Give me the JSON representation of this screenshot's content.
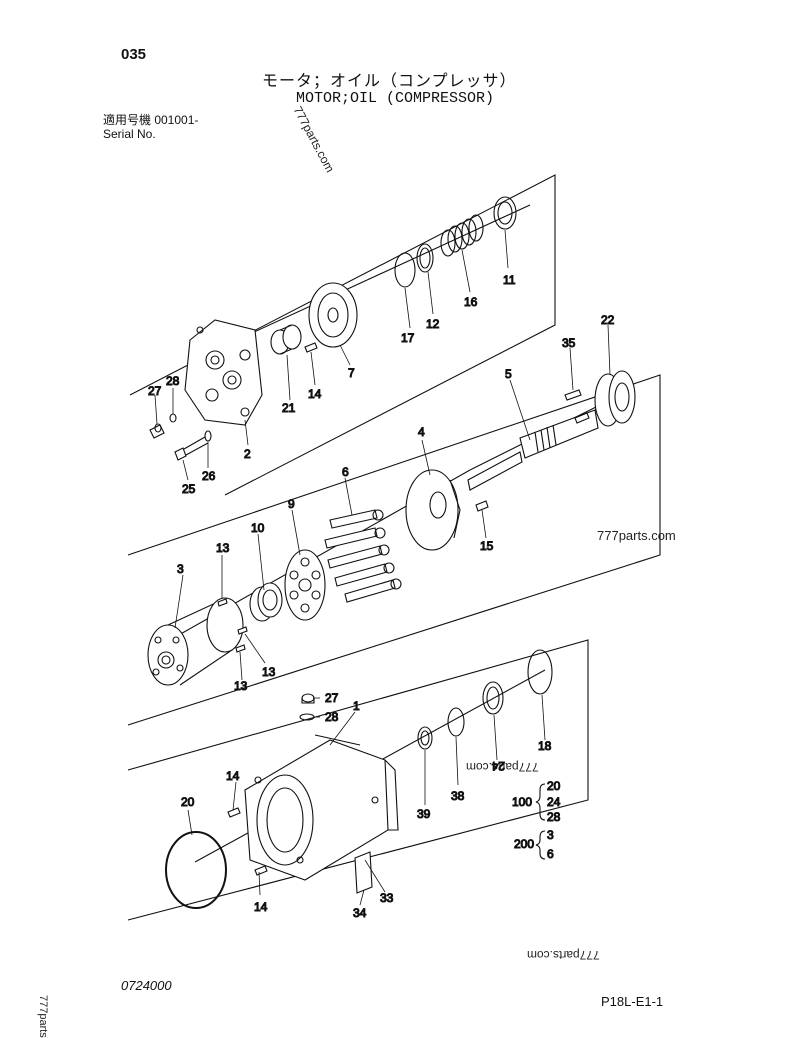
{
  "header": {
    "page_no": "035",
    "title_jp": "モータ；オイル（コンプレッサ）",
    "title_en": "MOTOR;OIL (COMPRESSOR)",
    "serial_line1": "適用号機  001001-",
    "serial_line2": "Serial No."
  },
  "footer": {
    "left_code": "0724000",
    "right_code": "P18L-E1-1"
  },
  "watermarks": [
    "777parts.com",
    "777parts.com",
    "777parts.com",
    "777parts.com",
    "777parts"
  ],
  "callouts": {
    "c1": "1",
    "c2": "2",
    "c3": "3",
    "c4": "4",
    "c5": "5",
    "c6": "6",
    "c7": "7",
    "c9": "9",
    "c10": "10",
    "c11": "11",
    "c12": "12",
    "c13a": "13",
    "c13b": "13",
    "c13c": "13",
    "c14a": "14",
    "c14b": "14",
    "c14c": "14",
    "c15": "15",
    "c16": "16",
    "c17": "17",
    "c18": "18",
    "c20": "20",
    "c21": "21",
    "c22": "22",
    "c24": "24",
    "c25": "25",
    "c26": "26",
    "c27a": "27",
    "c27b": "27",
    "c28a": "28",
    "c28b": "28",
    "c33": "33",
    "c34": "34",
    "c35": "35",
    "c38": "38",
    "c39": "39"
  },
  "kits": {
    "k100": {
      "label": "100",
      "items": [
        "20",
        "24",
        "28"
      ]
    },
    "k200": {
      "label": "200",
      "items": [
        "3",
        "6"
      ]
    }
  }
}
